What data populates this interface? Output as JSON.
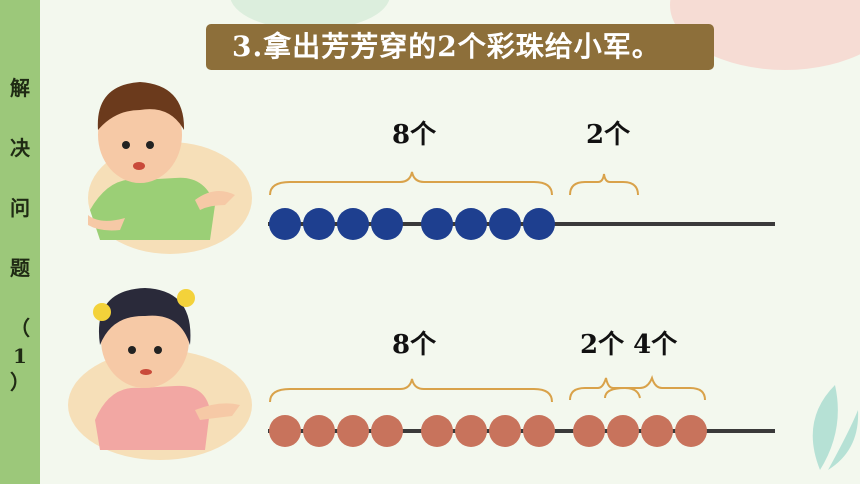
{
  "sidebar": {
    "chars": [
      "解",
      "决",
      "问",
      "题",
      "（",
      "1",
      "）"
    ]
  },
  "title": "3.拿出芳芳穿的2个彩珠给小军。",
  "row1": {
    "label_left": "8个",
    "label_right": "2个",
    "bead_color": "#1e3f8f",
    "bead_count": 8
  },
  "row2": {
    "label_left": "8个",
    "label_right": "2个 4个",
    "bead_color": "#c8735c",
    "bead_count": 12
  },
  "colors": {
    "sidebar": "#9cc87a",
    "title_bg": "#8d6f3a",
    "accent_brace": "#d9a24a"
  }
}
